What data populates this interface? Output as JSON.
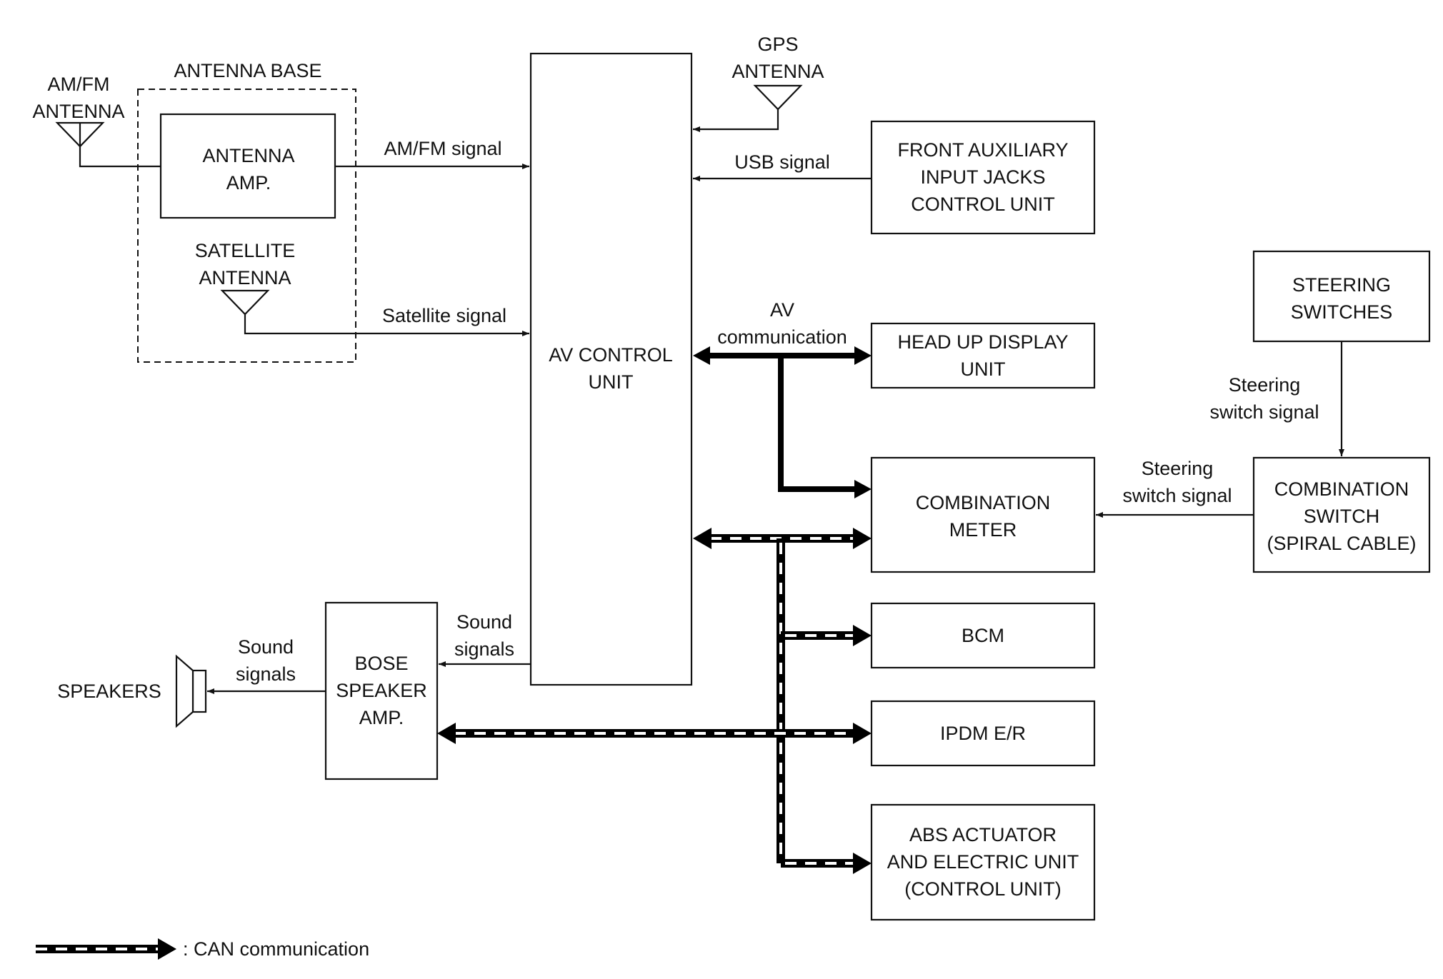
{
  "blocks": {
    "antenna_base": "ANTENNA BASE",
    "am_fm_antenna": [
      "AM/FM",
      "ANTENNA"
    ],
    "antenna_amp": [
      "ANTENNA",
      "AMP."
    ],
    "satellite_antenna": [
      "SATELLITE",
      "ANTENNA"
    ],
    "gps_antenna": [
      "GPS",
      "ANTENNA"
    ],
    "av_control_unit": [
      "AV CONTROL",
      "UNIT"
    ],
    "front_aux": [
      "FRONT AUXILIARY",
      "INPUT JACKS",
      "CONTROL UNIT"
    ],
    "head_up_display": [
      "HEAD UP DISPLAY",
      "UNIT"
    ],
    "combination_meter": [
      "COMBINATION",
      "METER"
    ],
    "steering_switches": [
      "STEERING",
      "SWITCHES"
    ],
    "combination_switch": [
      "COMBINATION",
      "SWITCH",
      "(SPIRAL CABLE)"
    ],
    "bcm": "BCM",
    "ipdm": "IPDM E/R",
    "abs": [
      "ABS ACTUATOR",
      "AND ELECTRIC UNIT",
      "(CONTROL UNIT)"
    ],
    "bose_amp": [
      "BOSE",
      "SPEAKER",
      "AMP."
    ],
    "speakers": "SPEAKERS"
  },
  "signals": {
    "am_fm": "AM/FM signal",
    "usb": "USB signal",
    "satellite": "Satellite signal",
    "av_comm": [
      "AV",
      "communication"
    ],
    "steering_1": [
      "Steering",
      "switch signal"
    ],
    "steering_2": [
      "Steering",
      "switch signal"
    ],
    "sound_1": [
      "Sound",
      "signals"
    ],
    "sound_2": [
      "Sound",
      "signals"
    ]
  },
  "legend": {
    "can": ": CAN communication"
  }
}
